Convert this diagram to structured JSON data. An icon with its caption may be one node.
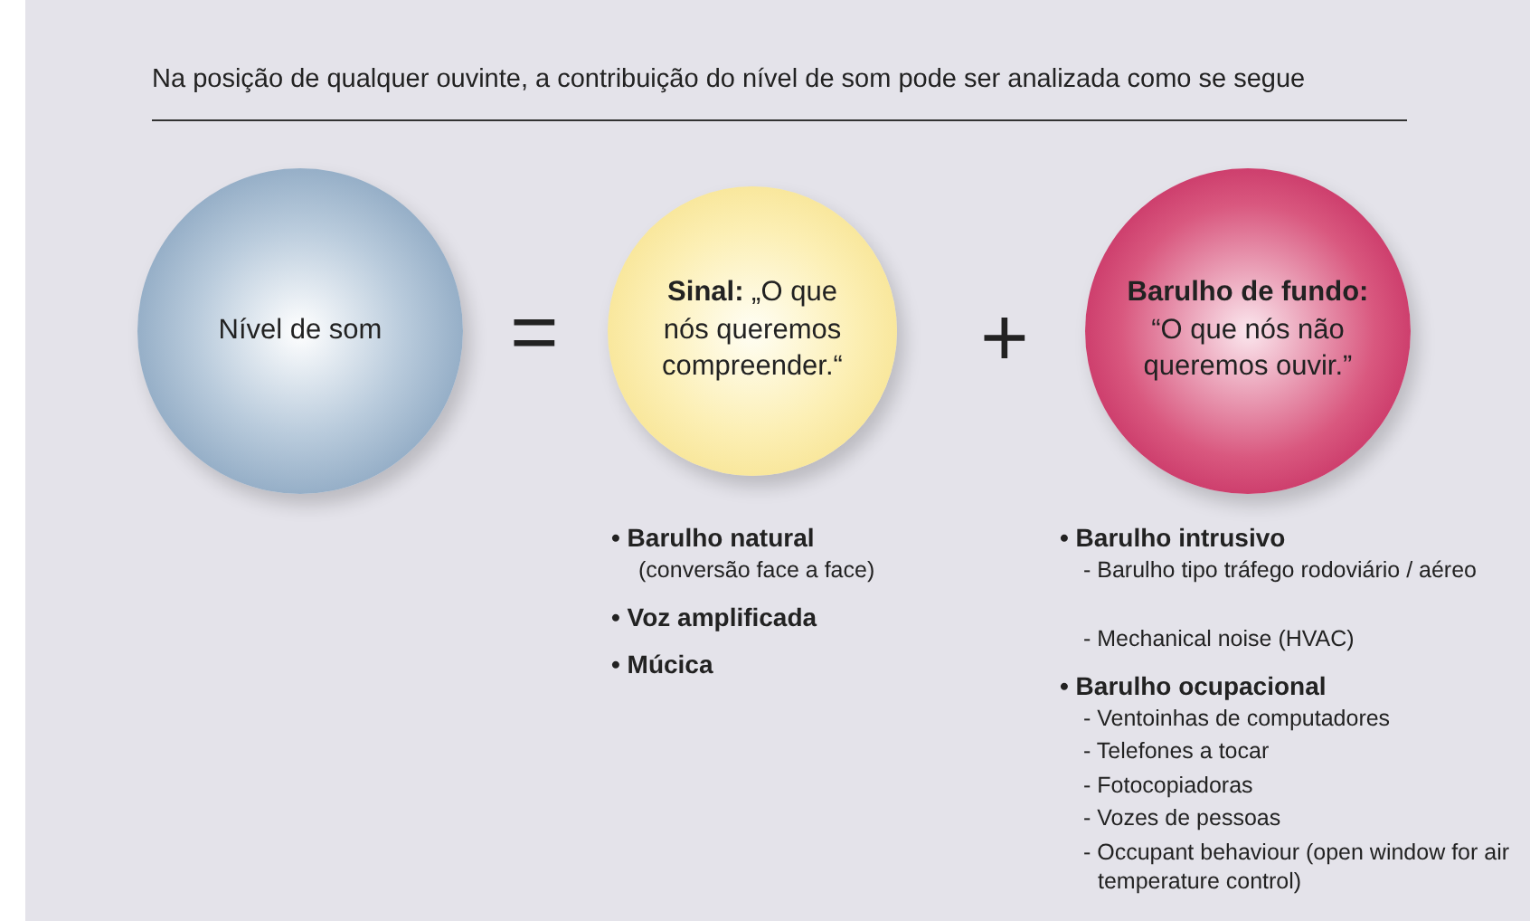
{
  "diagram": {
    "title": "Na posição de qualquer ouvinte, a contribuição do nível de som pode ser analizada como se segue",
    "nodes": [
      {
        "text": [
          "Nível de som"
        ]
      },
      {
        "text": [
          "**Sinal:** „O que nós queremos compreender.“"
        ]
      },
      {
        "text": [
          "Barulho de fundo:",
          "“O que nós não queremos ouvir.”"
        ]
      }
    ],
    "labels": [
      "=",
      "+",
      "• Barulho natural",
      "(conversão face a face)",
      "• Voz amplificada",
      "• Múcica",
      "• Barulho intrusivo",
      "- Barulho tipo tráfego rodoviário / aéreo",
      "- Mechanical noise (HVAC)",
      "• Barulho ocupacional",
      "- Ventoinhas de computadores",
      "- Telefones a tocar",
      "- Fotocopiadoras",
      "- Vozes de pessoas",
      "- Occupant behaviour (open window for air temperature control)"
    ]
  }
}
